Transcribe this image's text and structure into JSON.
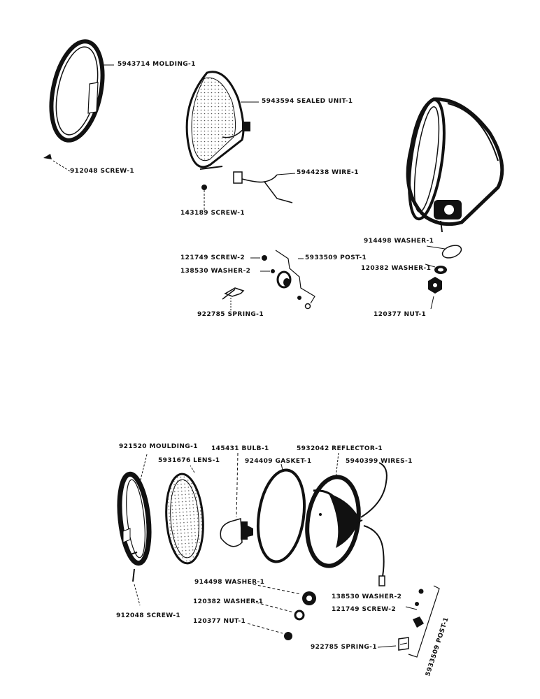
{
  "upper_assembly": {
    "labels": {
      "molding": "5943714 MOLDING-1",
      "sealed_unit": "5943594 SEALED UNIT-1",
      "wire": "5944238 WIRE-1",
      "screw_912048": "912048 SCREW-1",
      "screw_143189": "143189 SCREW-1",
      "screw_121749": "121749 SCREW-2",
      "washer_138530": "138530 WASHER-2",
      "post": "5933509 POST-1",
      "spring": "922785 SPRING-1",
      "washer_914498": "914498 WASHER-1",
      "washer_120382": "120382 WASHER-1",
      "nut_120377": "120377 NUT-1"
    }
  },
  "lower_assembly": {
    "labels": {
      "moulding": "921520 MOULDING-1",
      "lens": "5931676 LENS-1",
      "bulb": "145431 BULB-1",
      "gasket": "924409 GASKET-1",
      "reflector": "5932042 REFLECTOR-1",
      "wires": "5940399 WIRES-1",
      "washer_914498": "914498 WASHER-1",
      "washer_120382": "120382 WASHER-1",
      "nut_120377": "120377 NUT-1",
      "screw_912048": "912048 SCREW-1",
      "washer_138530": "138530 WASHER-2",
      "screw_121749": "121749 SCREW-2",
      "spring": "922785 SPRING-1",
      "post": "5933509 POST-1"
    }
  }
}
